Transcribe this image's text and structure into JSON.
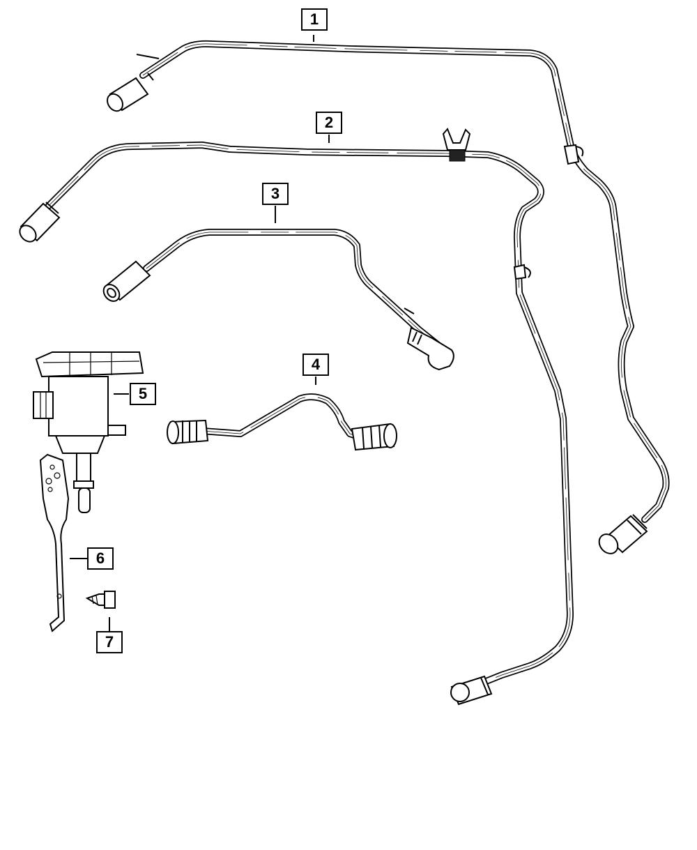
{
  "diagram": {
    "callouts": [
      {
        "id": "1",
        "label": "1"
      },
      {
        "id": "2",
        "label": "2"
      },
      {
        "id": "3",
        "label": "3"
      },
      {
        "id": "4",
        "label": "4"
      },
      {
        "id": "5",
        "label": "5"
      },
      {
        "id": "6",
        "label": "6"
      },
      {
        "id": "7",
        "label": "7"
      }
    ],
    "colors": {
      "line": "#000000",
      "fill": "#ffffff",
      "dark": "#222222"
    }
  }
}
